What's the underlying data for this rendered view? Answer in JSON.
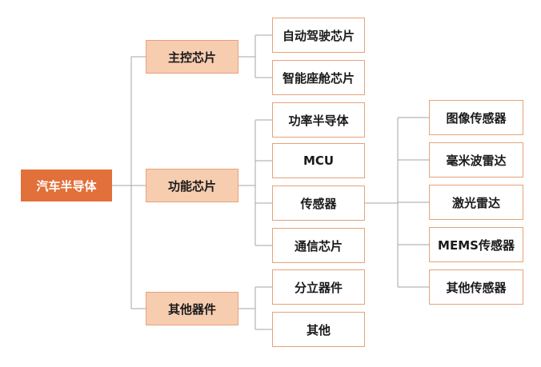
{
  "diagram": {
    "root": {
      "label": "汽车半导体",
      "color": "#e2703a"
    },
    "level1": [
      {
        "label": "主控芯片",
        "children": [
          "自动驾驶芯片",
          "智能座舱芯片"
        ]
      },
      {
        "label": "功能芯片",
        "children": [
          "功率半导体",
          "MCU",
          "传感器",
          "通信芯片"
        ]
      },
      {
        "label": "其他器件",
        "children": [
          "分立器件",
          "其他"
        ]
      }
    ],
    "sensors": {
      "parent": "传感器",
      "children": [
        "图像传感器",
        "毫米波雷达",
        "激光雷达",
        "MEMS传感器",
        "其他传感器"
      ]
    },
    "colors": {
      "level1_fill": "#f7cdb0",
      "border": "#e6a27a",
      "connector": "#a6a6a6"
    }
  }
}
